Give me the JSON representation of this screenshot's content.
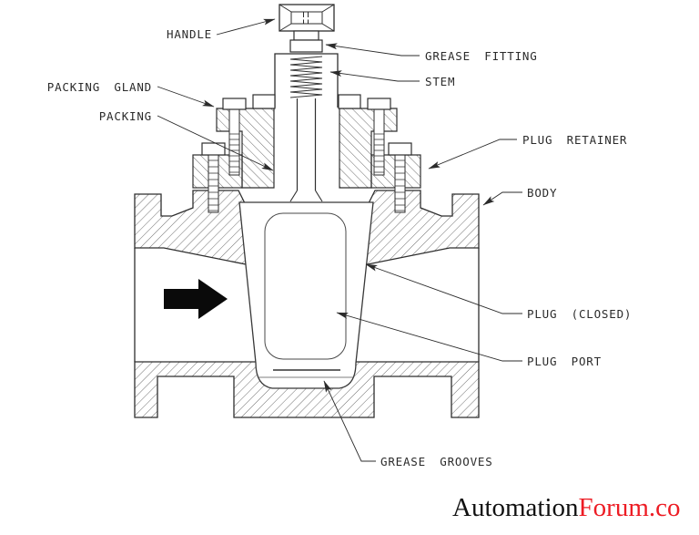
{
  "labels": {
    "handle": "HANDLE",
    "grease_fitting": "GREASE FITTING",
    "stem": "STEM",
    "packing_gland": "PACKING GLAND",
    "packing": "PACKING",
    "plug_retainer": "PLUG RETAINER",
    "body": "BODY",
    "plug_closed": "PLUG (CLOSED)",
    "plug_port": "PLUG PORT",
    "grease_grooves": "GREASE GROOVES"
  },
  "watermark": {
    "prefix": "Automation",
    "suffix": "Forum.co",
    "prefix_color": "#111111",
    "suffix_color": "#ed1c24"
  },
  "colors": {
    "line": "#2b2b2b",
    "hatch": "#4a4a4a",
    "flow_arrow": "#0a0a0a",
    "background": "#ffffff"
  },
  "flow": {
    "direction": "right"
  }
}
